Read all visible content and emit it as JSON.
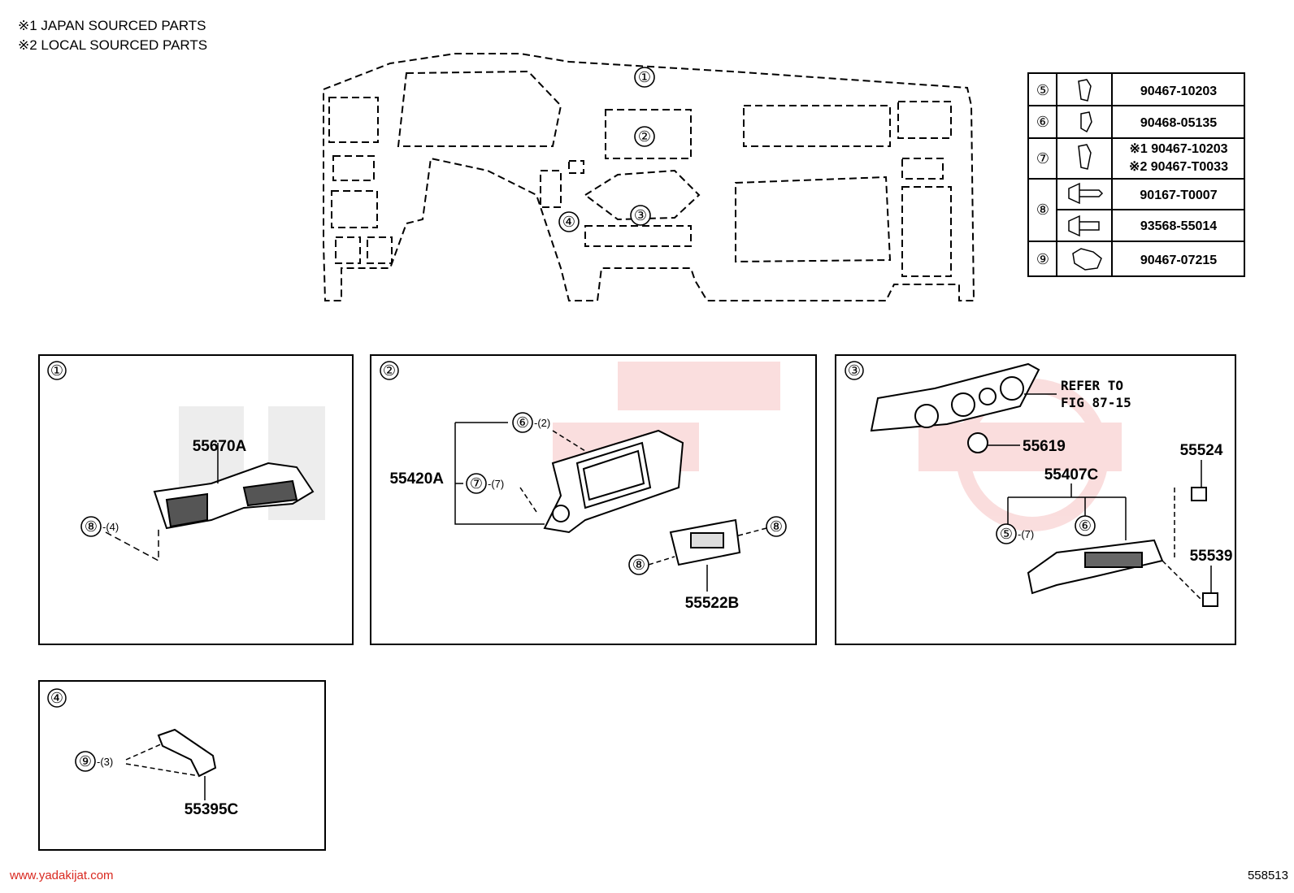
{
  "legend": {
    "note1": "※1  JAPAN SOURCED PARTS",
    "note2": "※2  LOCAL SOURCED PARTS"
  },
  "overview_callouts": [
    "①",
    "②",
    "③",
    "④"
  ],
  "fastener_table": [
    {
      "ref": "⑤",
      "icon": "clip-icon",
      "parts": [
        "90467-10203"
      ]
    },
    {
      "ref": "⑥",
      "icon": "clip-icon",
      "parts": [
        "90468-05135"
      ]
    },
    {
      "ref": "⑦",
      "icon": "clip-icon",
      "parts": [
        "※1 90467-10203",
        "※2 90467-T0033"
      ]
    },
    {
      "ref": "⑧",
      "icon": "screw-icon",
      "parts": [
        "90167-T0007",
        "93568-55014"
      ]
    },
    {
      "ref": "⑨",
      "icon": "bolt-icon",
      "parts": [
        "90467-07215"
      ]
    }
  ],
  "panels": {
    "p1": {
      "tag": "①",
      "part": "55670A",
      "screw_ref": "⑧",
      "screw_qty": "-(4)"
    },
    "p2": {
      "tag": "②",
      "main_part": "55420A",
      "sub_part": "55522B",
      "clip6_ref": "⑥",
      "clip6_qty": "-(2)",
      "clip7_ref": "⑦",
      "clip7_qty": "-(7)",
      "screw_ref_left": "⑧",
      "screw_ref_right": "⑧"
    },
    "p3": {
      "tag": "③",
      "refer_line1": "REFER TO",
      "refer_line2": "FIG 87-15",
      "knob_part": "55619",
      "bezel_part": "55407C",
      "part_a": "55524",
      "part_b": "55539",
      "clip5_ref": "⑤",
      "clip5_qty": "-(7)",
      "clip6_ref": "⑥"
    },
    "p4": {
      "tag": "④",
      "part": "55395C",
      "bolt_ref": "⑨",
      "bolt_qty": "-(3)"
    }
  },
  "footer": {
    "site": "www.yadakijat.com",
    "figure_id": "558513"
  },
  "colors": {
    "line": "#000000",
    "watermark": "#e8c9c9",
    "site_text": "#d9281f"
  }
}
